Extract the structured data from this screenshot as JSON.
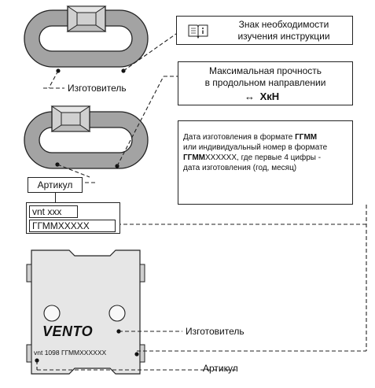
{
  "colors": {
    "outline": "#222222",
    "link_fill": "#a3a3a3",
    "gate_fill": "#d0d0d0",
    "plate_fill": "#e6e6e6",
    "background": "#ffffff"
  },
  "icons": {
    "instruction": "open-book-info-icon",
    "direction": "double-arrow-icon"
  },
  "box_instruction": {
    "line1": "Знак необходимости",
    "line2": "изучения инструкции"
  },
  "box_strength": {
    "line1": "Максимальная прочность",
    "line2": "в продольном направлении",
    "arrow": "↔",
    "value": "XкН"
  },
  "box_date": {
    "l1a": "Дата изготовления в формате ",
    "l1b": "ГГММ",
    "l2": "или индивидуальный номер в формате",
    "l3a": "ГГММ",
    "l3b": "XXXXXX, где первые 4 цифры -",
    "l4": "дата изготовления (год, месяц)"
  },
  "label_manufacturer_top": "Изготовитель",
  "label_article": "Артикул",
  "tag_model": "vnt xxx",
  "tag_code": "ГГММXXXXX",
  "plate_brand": "VENTO",
  "plate_marking": "vnt 1098  ГГММXXXXXX",
  "callout_manufacturer": "Изготовитель",
  "callout_article": "Артикул"
}
